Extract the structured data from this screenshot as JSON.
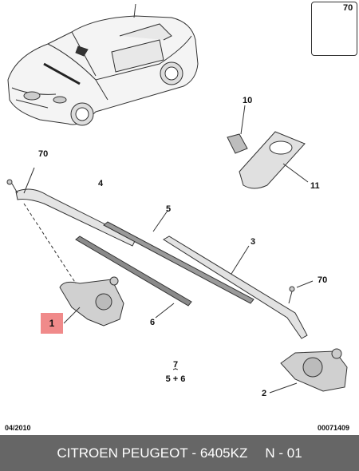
{
  "callouts": {
    "c70_top": "70",
    "c70_left": "70",
    "c70_right": "70",
    "c1": "1",
    "c2": "2",
    "c3": "3",
    "c4": "4",
    "c5": "5",
    "c6": "6",
    "c10": "10",
    "c11": "11"
  },
  "kit": {
    "number": "7",
    "components": "5 + 6"
  },
  "footer": {
    "date": "04/2010",
    "ref": "00071409"
  },
  "title_bar": {
    "brand": "CITROEN PEUGEOT",
    "separator": " - ",
    "part_number": "6405KZ",
    "sheet": "N - 01"
  },
  "colors": {
    "highlight": "#f08a8a",
    "bar": "#666666",
    "line": "#333333"
  },
  "icons": {
    "nut": "nut-icon",
    "car": "car-icon",
    "motor": "wiper-motor-icon",
    "linkage": "wiper-linkage-icon",
    "sensor": "rain-sensor-icon",
    "bracket": "sensor-bracket-icon"
  }
}
